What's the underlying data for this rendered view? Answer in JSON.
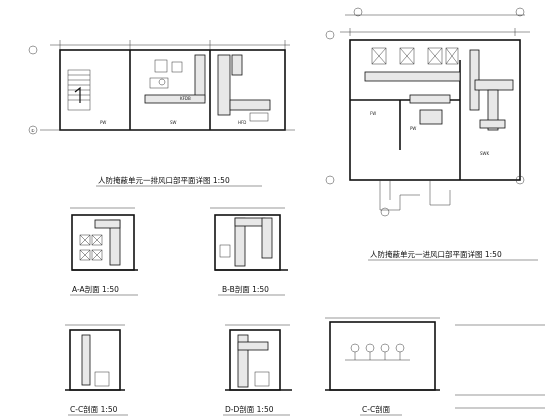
{
  "drawing": {
    "title_left": "人防掩蔽单元一排风口部平面详图 1:50",
    "title_right": "人防掩蔽单元一进风口部平面详图 1:50",
    "sections": {
      "aa": "A-A剖面   1:50",
      "bb": "B-B剖面   1:50",
      "cc": "C-C剖面   1:50",
      "dd": "D-D剖面   1:50",
      "cc2": "C-C剖面"
    }
  }
}
